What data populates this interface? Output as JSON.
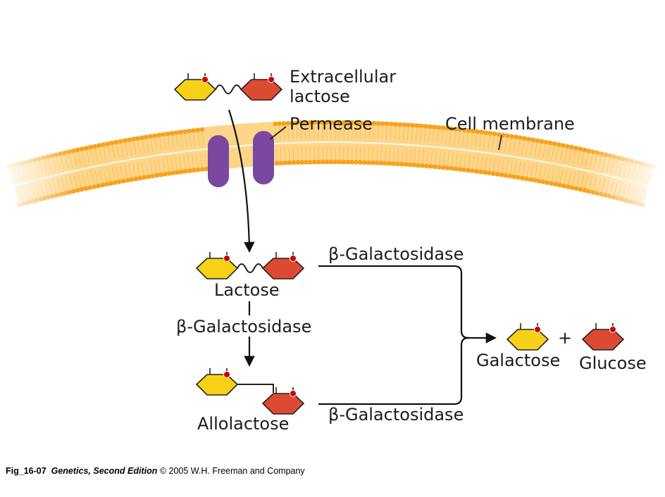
{
  "labels": {
    "extracellular_line1": "Extracellular",
    "extracellular_line2": "lactose",
    "permease": "Permease",
    "cell_membrane": "Cell membrane",
    "lactose": "Lactose",
    "beta_galactosidase_top": "β-Galactosidase",
    "beta_galactosidase_middle": "β-Galactosidase",
    "beta_galactosidase_bottom": "β-Galactosidase",
    "allolactose": "Allolactose",
    "galactose": "Galactose",
    "glucose": "Glucose",
    "plus": "+"
  },
  "caption": {
    "figure_id": "Fig_16-07",
    "book_title": "Genetics, Second Edition",
    "copyright": "© 2005 W.H. Freeman and Company"
  },
  "colors": {
    "galactose_fill": "#f7d117",
    "glucose_fill": "#dd4a32",
    "permease_fill": "#7a48a0",
    "membrane_head": "#f7a21e",
    "membrane_body": "#fcd58a",
    "red_dot": "#cc0000"
  }
}
